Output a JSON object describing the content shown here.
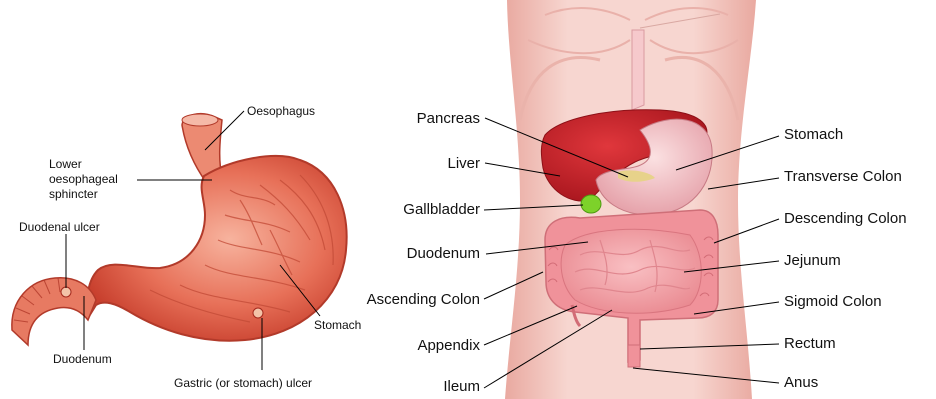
{
  "stomach_panel": {
    "labels": {
      "oesophagus": "Oesophagus",
      "lower_sphincter_line1": "Lower",
      "lower_sphincter_line2": "oesophageal",
      "lower_sphincter_line3": "sphincter",
      "duodenal_ulcer": "Duodenal ulcer",
      "duodenum": "Duodenum",
      "stomach": "Stomach",
      "gastric_ulcer": "Gastric (or stomach) ulcer"
    }
  },
  "abdomen_panel": {
    "left_labels": {
      "pancreas": "Pancreas",
      "liver": "Liver",
      "gallbladder": "Gallbladder",
      "duodenum": "Duodenum",
      "ascending_colon": "Ascending Colon",
      "appendix": "Appendix",
      "ileum": "Ileum"
    },
    "right_labels": {
      "stomach": "Stomach",
      "transverse_colon": "Transverse Colon",
      "descending_colon": "Descending Colon",
      "jejunum": "Jejunum",
      "sigmoid_colon": "Sigmoid Colon",
      "rectum": "Rectum",
      "anus": "Anus"
    }
  },
  "colors": {
    "stomach_red": "#e2614a",
    "stomach_light": "#f2a08a",
    "skin": "#f2c7c0",
    "liver": "#c9222b",
    "gallbladder": "#7dd22a",
    "intestine": "#f3a0a4",
    "leader_line": "#000000"
  }
}
